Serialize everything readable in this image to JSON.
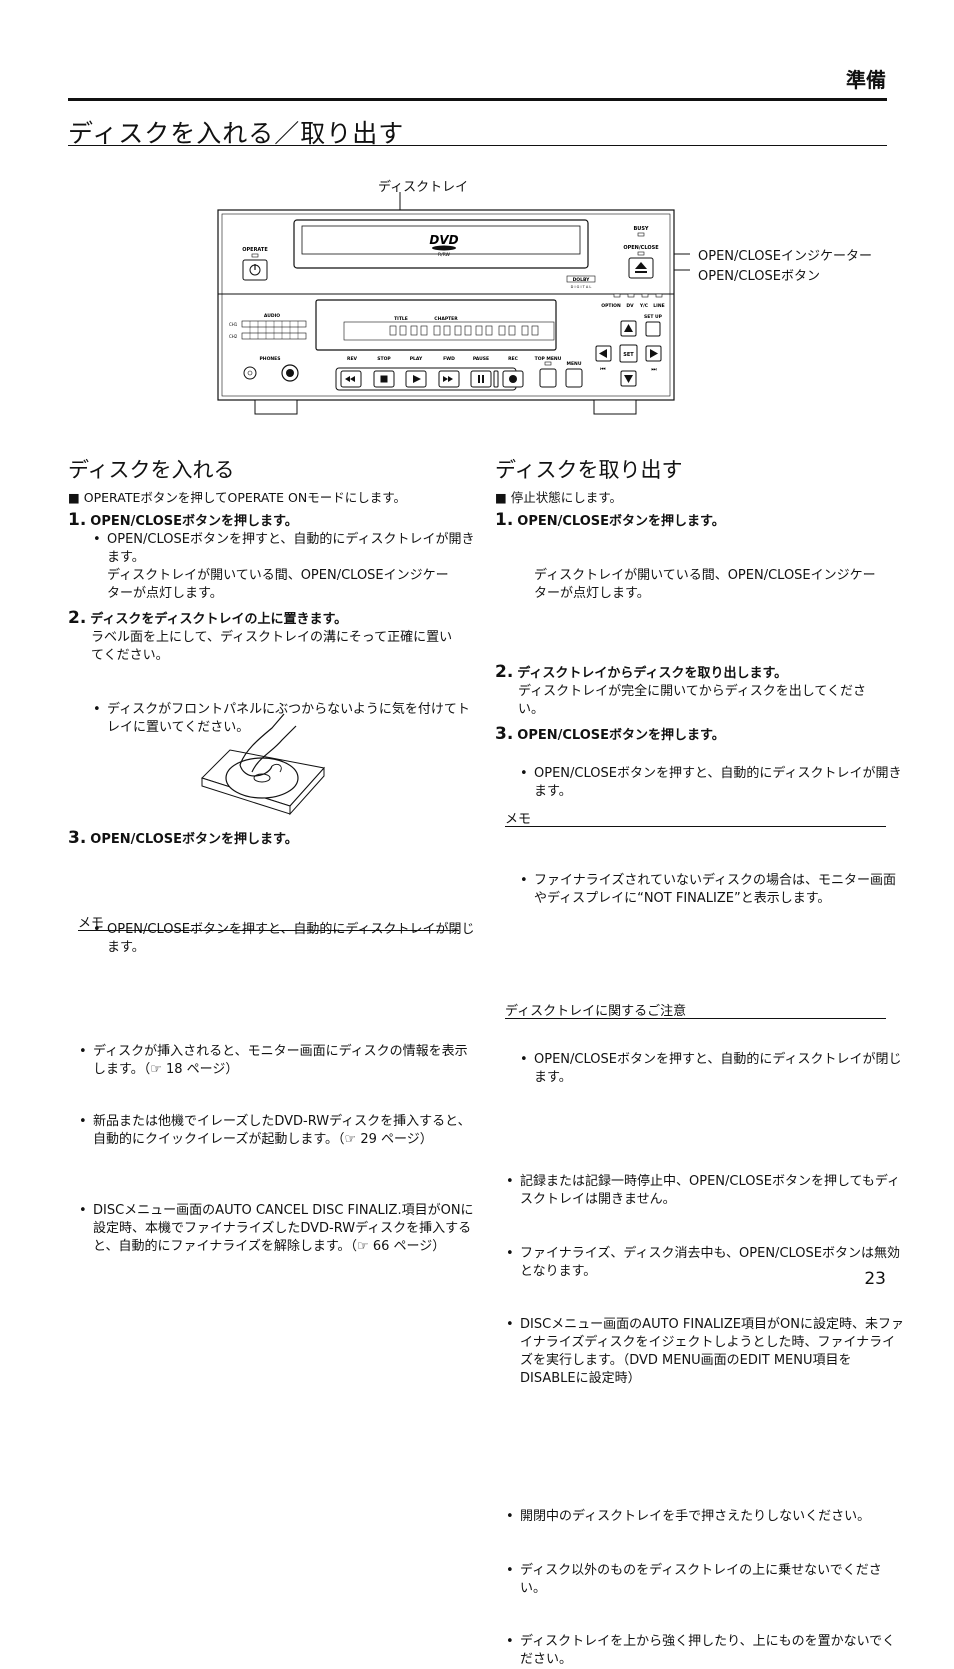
{
  "header": {
    "section": "準備",
    "title": "ディスクを入れる／取り出す"
  },
  "figure": {
    "tray_label": "ディスクトレイ",
    "indicator_label": "OPEN/CLOSEインジケーター",
    "button_label": "OPEN/CLOSEボタン",
    "device": {
      "logo": "DVD",
      "logo_sub": "R/RW",
      "operate": "OPERATE",
      "busy": "BUSY",
      "open_close": "OPEN/CLOSE",
      "dolby": "DOLBY",
      "dolby_sub": "D I G I T A L",
      "audio": "AUDIO",
      "ch1": "CH1",
      "ch2": "CH2",
      "phones": "PHONES",
      "title": "TITLE",
      "chapter": "CHAPTER",
      "indicators": [
        "OPTION",
        "DV",
        "Y/C",
        "LINE"
      ],
      "setup": "SET UP",
      "set": "SET",
      "buttons": [
        "REV",
        "STOP",
        "PLAY",
        "FWD",
        "PAUSE",
        "REC",
        "TOP MENU",
        "MENU"
      ]
    }
  },
  "left": {
    "heading": "ディスクを入れる",
    "prereq": "■ OPERATEボタンを押してOPERATE ONモードにします。",
    "step1": {
      "num": "1.",
      "title": "OPEN/CLOSEボタンを押します。",
      "b1": "OPEN/CLOSEボタンを押すと、自動的にディスクトレイが開きます。",
      "b1_extra": "ディスクトレイが開いている間、OPEN/CLOSEインジケーターが点灯します。"
    },
    "step2": {
      "num": "2.",
      "title": "ディスクをディスクトレイの上に置きます。",
      "text": "ラベル面を上にして、ディスクトレイの溝にそって正確に置いてください。",
      "b1": "ディスクがフロントパネルにぶつからないように気を付けてトレイに置いてください。"
    },
    "step3": {
      "num": "3.",
      "title": "OPEN/CLOSEボタンを押します。",
      "b1": "OPEN/CLOSEボタンを押すと、自動的にディスクトレイが閉じます。"
    },
    "memo": {
      "title": "メモ",
      "items": [
        "ディスクが挿入されると、モニター画面にディスクの情報を表示します。（☞ 18 ページ）",
        "新品または他機でイレーズしたDVD-RWディスクを挿入すると、自動的にクイックイレーズが起動します。（☞ 29 ページ）",
        "DISCメニュー画面のAUTO CANCEL DISC FINALIZ.項目がONに設定時、本機でファイナライズしたDVD-RWディスクを挿入すると、自動的にファイナライズを解除します。（☞ 66 ページ）"
      ]
    }
  },
  "right": {
    "heading": "ディスクを取り出す",
    "prereq": "■ 停止状態にします。",
    "step1": {
      "num": "1.",
      "title": "OPEN/CLOSEボタンを押します。",
      "b1": "OPEN/CLOSEボタンを押すと、自動的にディスクトレイが開きます。",
      "b1_extra": "ディスクトレイが開いている間、OPEN/CLOSEインジケーターが点灯します。",
      "b2": "ファイナライズされていないディスクの場合は、モニター画面やディスプレイに“NOT FINALIZE”と表示します。"
    },
    "step2": {
      "num": "2.",
      "title": "ディスクトレイからディスクを取り出します。",
      "text": "ディスクトレイが完全に開いてからディスクを出してください。"
    },
    "step3": {
      "num": "3.",
      "title": "OPEN/CLOSEボタンを押します。",
      "b1": "OPEN/CLOSEボタンを押すと、自動的にディスクトレイが閉じます。"
    },
    "memo": {
      "title": "メモ",
      "items": [
        "記録または記録一時停止中、OPEN/CLOSEボタンを押してもディスクトレイは開きません。",
        "ファイナライズ、ディスク消去中も、OPEN/CLOSEボタンは無効となります。",
        "DISCメニュー画面のAUTO FINALIZE項目がONに設定時、未ファイナライズディスクをイジェクトしようとした時、ファイナライズを実行します。（DVD MENU画面のEDIT MENU項目をDISABLEに設定時）"
      ]
    },
    "caution": {
      "title": "ディスクトレイに関するご注意",
      "items": [
        "開閉中のディスクトレイを手で押さえたりしないください。",
        "ディスク以外のものをディスクトレイの上に乗せないでください。",
        "ディスクトレイを上から強く押したり、上にものを置かないでください。"
      ]
    }
  },
  "page_number": "23"
}
